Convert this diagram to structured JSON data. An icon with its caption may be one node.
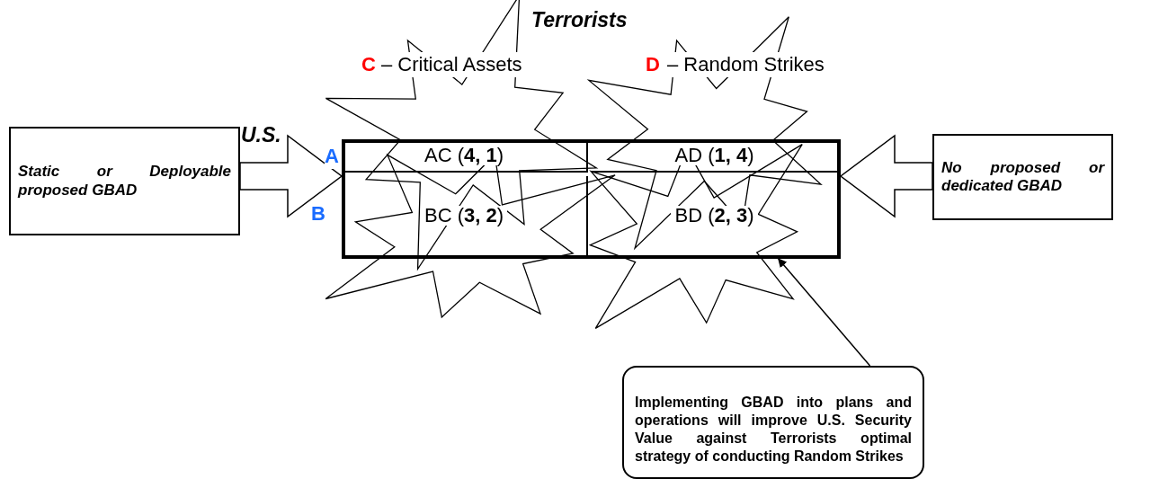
{
  "diagram": {
    "nodes": [
      {
        "text": [
          "Static or Deployable proposed GBAD"
        ]
      },
      {
        "text": [],
        "shape": "box"
      },
      {
        "text": [
          "AC (**4, 1**)"
        ],
        "in": 1
      },
      {
        "text": [
          "AD (**1, 4**)"
        ],
        "in": 1
      },
      {
        "text": [
          "BC (**3, 2**)"
        ],
        "in": 1
      },
      {
        "text": [
          "BD (**2, 3**)"
        ],
        "in": 1
      },
      {
        "text": [
          "No proposed or dedicated GBAD"
        ]
      },
      {
        "text": [
          "Implementing GBAD into plans and operations will improve U.S. Security Value against Terrorists optimal strategy of conducting Random Strikes"
        ]
      }
    ],
    "edges": [
      {
        "from": 0,
        "to": 1,
        "arrow": "to",
        "style": "thick"
      },
      {
        "from": 6,
        "to": 1,
        "arrow": "to",
        "style": "thick"
      },
      {
        "from": 7,
        "to": 5,
        "arrow": "to"
      }
    ],
    "labels": [
      "Terrorists",
      "C",
      "– Critical Assets",
      "D",
      "– Random Strikes",
      "U.S.",
      "A",
      "B"
    ]
  }
}
